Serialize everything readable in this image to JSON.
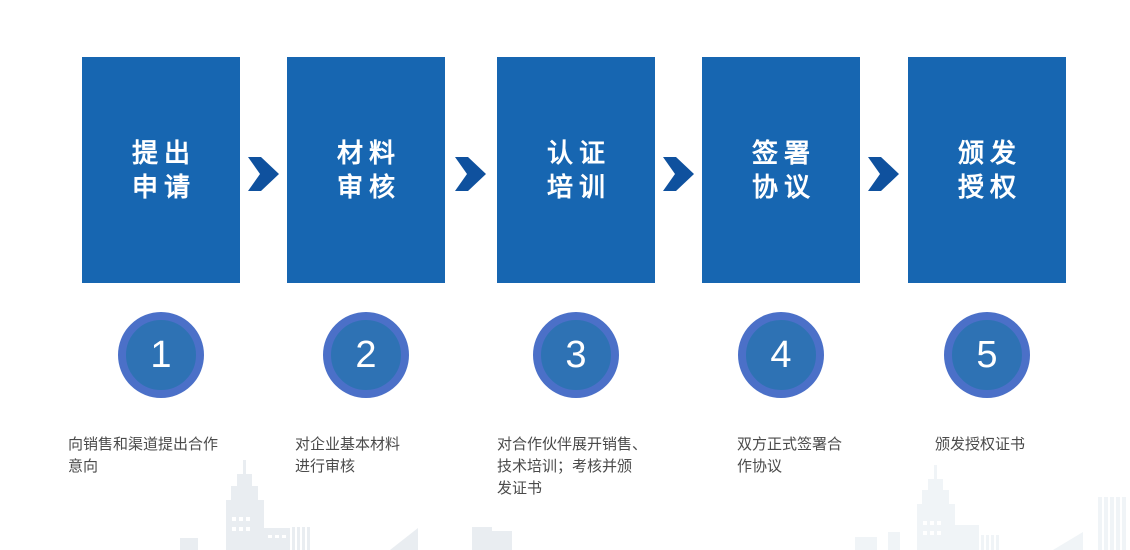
{
  "slide": {
    "background": "#ffffff"
  },
  "colors": {
    "step_box": "#1766b1",
    "arrow": "#0f519e",
    "circle_ring": "#4b70c8",
    "circle_fill": "#2e72b4",
    "step_title_text": "#ffffff",
    "step_number_text": "#ffffff",
    "description_text": "#4a4a4a",
    "skyline_left": "#e9edf1",
    "skyline_right": "#f0f4f7"
  },
  "icons": {
    "between_steps": "chevron-right-icon",
    "background_watermark": "city-skyline"
  },
  "steps": [
    {
      "number": "1",
      "title_lines": [
        "提出",
        "申请"
      ],
      "description": "向销售和渠道提出合作\n意向"
    },
    {
      "number": "2",
      "title_lines": [
        "材料",
        "审核"
      ],
      "description": "对企业基本材料\n进行审核"
    },
    {
      "number": "3",
      "title_lines": [
        "认证",
        "培训"
      ],
      "description": "对合作伙伴展开销售、\n技术培训；考核并颁\n发证书"
    },
    {
      "number": "4",
      "title_lines": [
        "签署",
        "协议"
      ],
      "description": "双方正式签署合\n作协议"
    },
    {
      "number": "5",
      "title_lines": [
        "颁发",
        "授权"
      ],
      "description": "颁发授权证书"
    }
  ]
}
